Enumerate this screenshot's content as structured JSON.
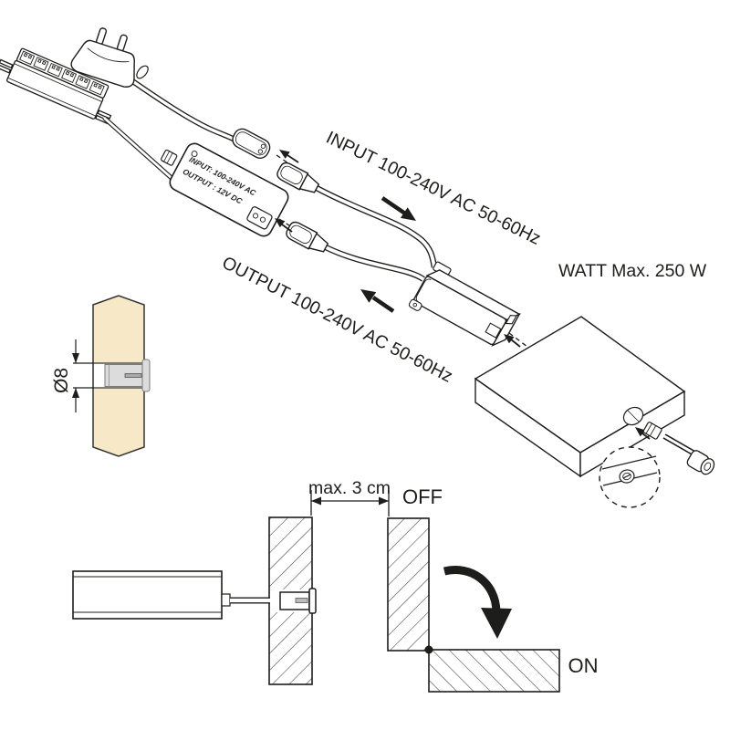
{
  "diagram": {
    "kind": "sensor-switch installation diagram",
    "labels": {
      "input": "INPUT 100-240V AC 50-60Hz",
      "output": "OUTPUT 100-240V AC 50-60Hz",
      "watt": "WATT Max. 250 W",
      "adapter_line1": "INPUT: 100-240V AC",
      "adapter_line2": "OUTPUT : 12V DC",
      "hole_diameter": "Ø8",
      "max_distance": "max. 3 cm",
      "door_open": "OFF",
      "door_closed": "ON"
    },
    "colors": {
      "line": "#1d1d1b",
      "wood_panel": "#f7e9c8",
      "sensor_gray": "#d9d9d9",
      "hatch": "#3c3c3c"
    }
  }
}
